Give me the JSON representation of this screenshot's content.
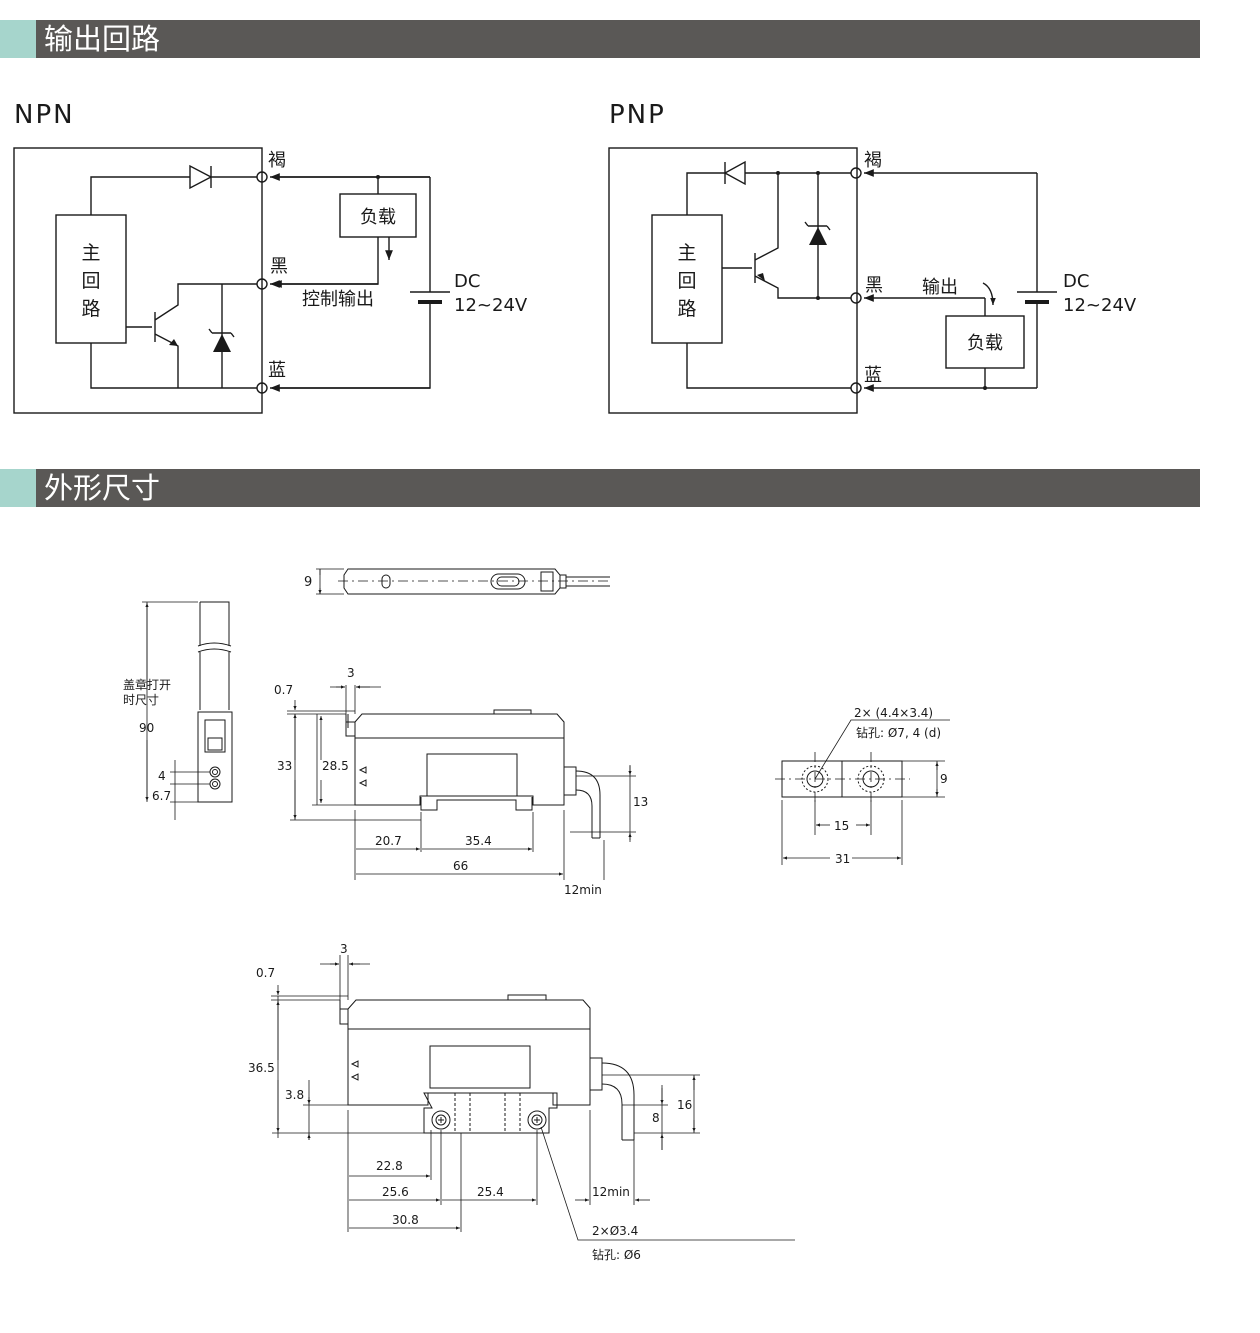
{
  "sections": {
    "output_circuit_title": "输出回路",
    "dimensions_title": "外形尺寸"
  },
  "npn": {
    "label": "NPN",
    "main_circuit": [
      "主",
      "回",
      "路"
    ],
    "wire_brown": "褐",
    "wire_black": "黑",
    "wire_blue": "蓝",
    "load": "负载",
    "control_output": "控制输出",
    "dc": "DC",
    "voltage": "12~24V"
  },
  "pnp": {
    "label": "PNP",
    "main_circuit": [
      "主",
      "回",
      "路"
    ],
    "wire_brown": "褐",
    "wire_black": "黑",
    "wire_blue": "蓝",
    "output": "输出",
    "load": "负载",
    "dc": "DC",
    "voltage": "12~24V"
  },
  "dims_top": {
    "thickness": "9",
    "cover_open_label_1": "盖章打开",
    "cover_open_label_2": "时尺寸",
    "cover_open": "90",
    "d4": "4",
    "d6_7": "6.7",
    "d0_7": "0.7",
    "d3": "3",
    "d33": "33",
    "d28_5": "28.5",
    "d13": "13",
    "d20_7": "20.7",
    "d35_4": "35.4",
    "d66": "66",
    "d12min": "12min"
  },
  "dims_hole": {
    "holes": "2× (4.4×3.4)",
    "drill": "钻孔: Ø7, 4 (d)",
    "d9": "9",
    "d15": "15",
    "d31": "31"
  },
  "dims_bottom": {
    "d0_7": "0.7",
    "d3": "3",
    "d36_5": "36.5",
    "d3_8": "3.8",
    "d8": "8",
    "d16": "16",
    "d22_8": "22.8",
    "d25_6": "25.6",
    "d25_4": "25.4",
    "d12min": "12min",
    "d30_8": "30.8",
    "holes": "2×Ø3.4",
    "drill": "钻孔: Ø6"
  }
}
